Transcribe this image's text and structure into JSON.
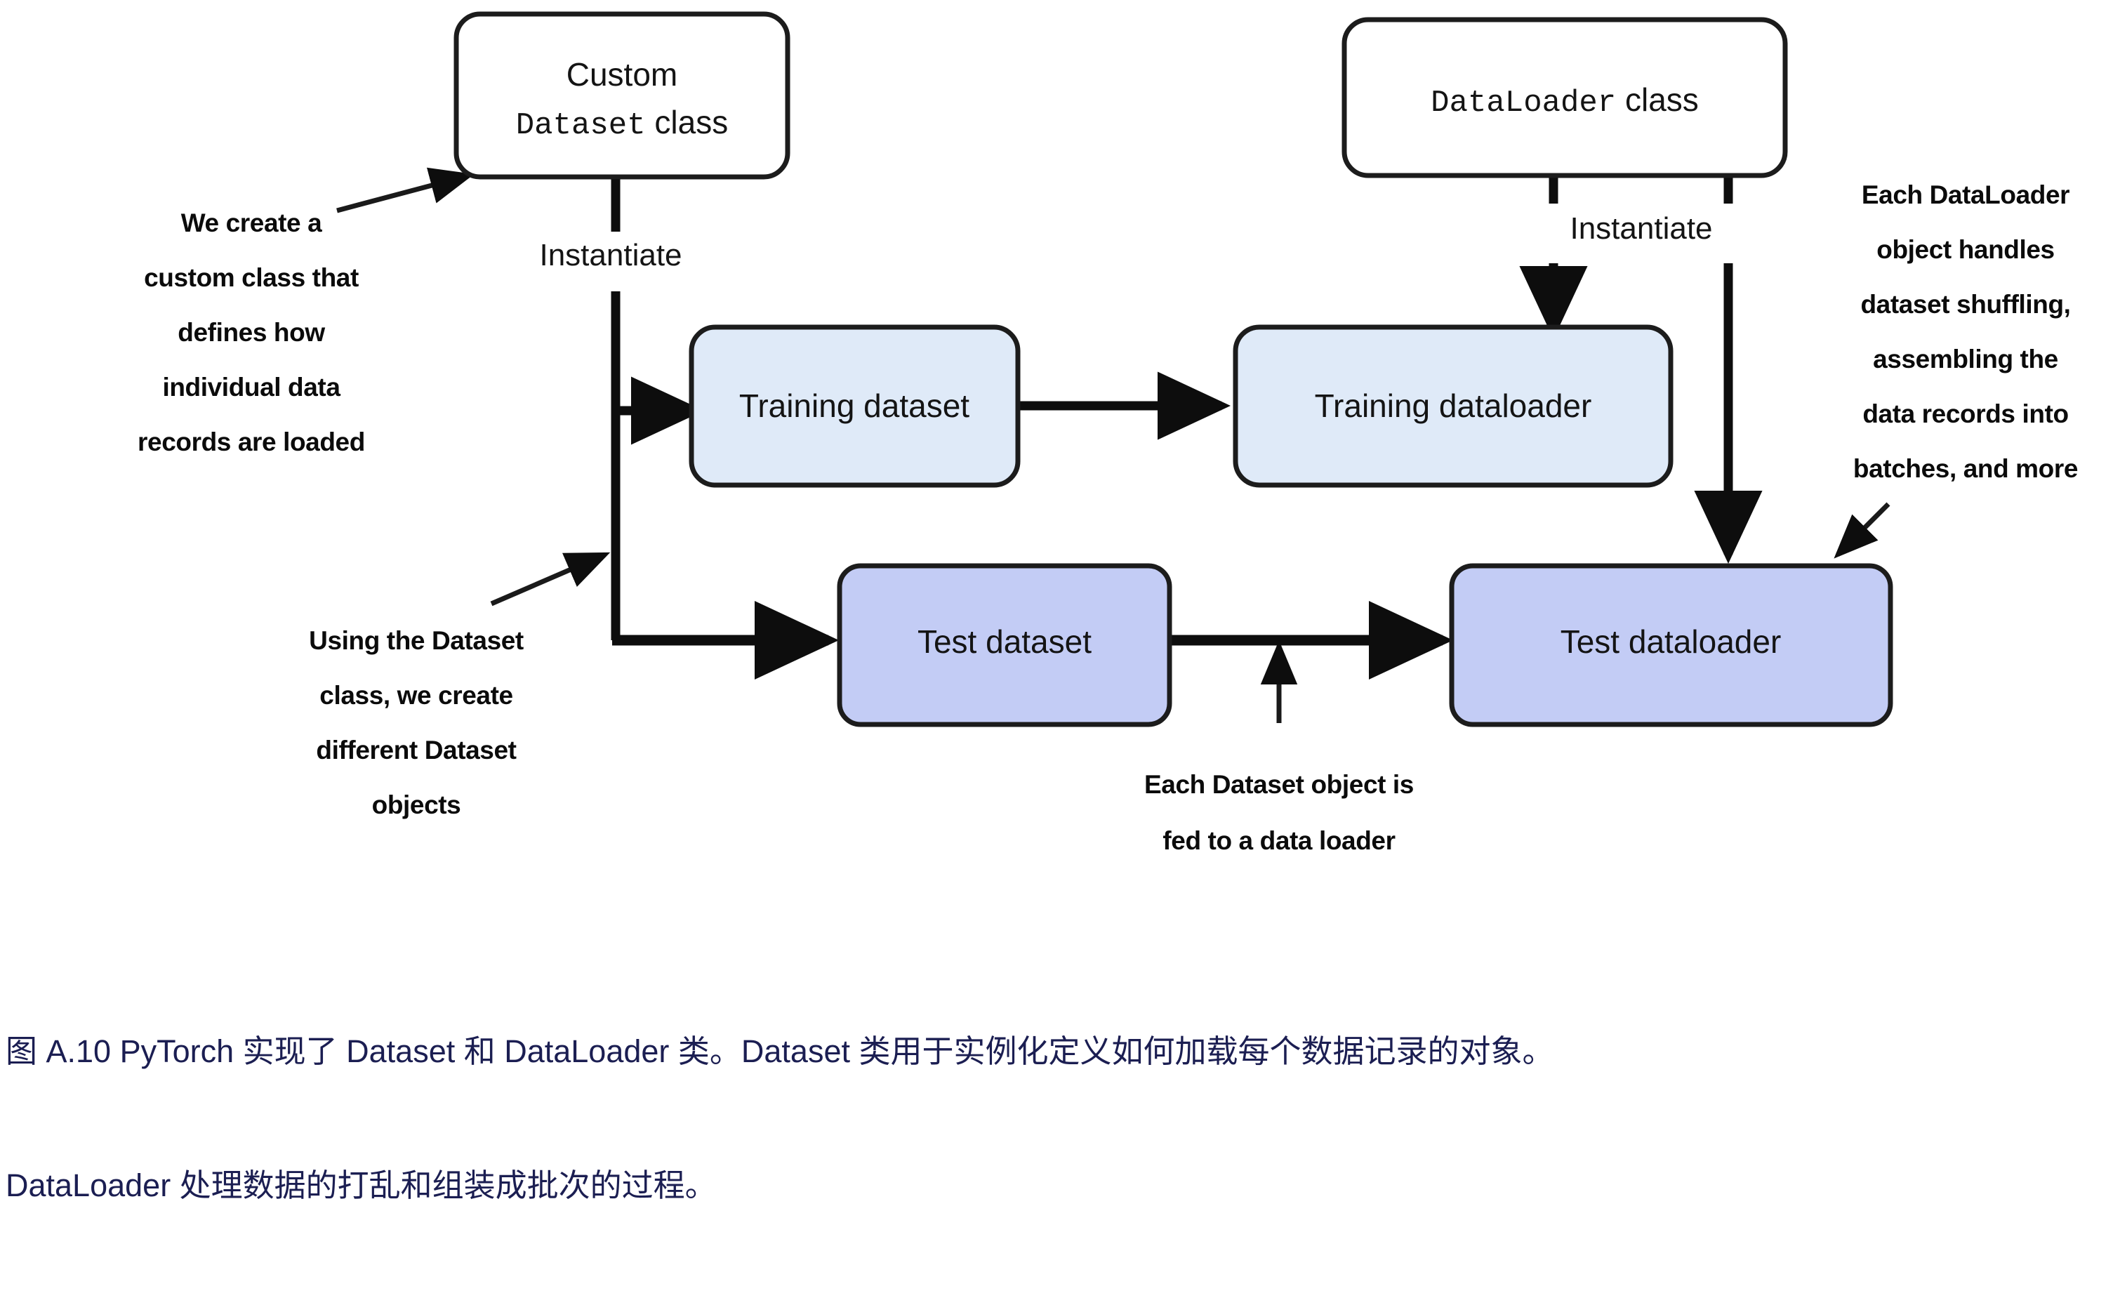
{
  "figure": {
    "nodes": {
      "custom_dataset_class": {
        "line1": "Custom",
        "line2_mono": "Dataset",
        "line2_tail": " class"
      },
      "dataloader_class": {
        "mono": "DataLoader",
        "tail": " class"
      },
      "training_dataset": "Training dataset",
      "training_dataloader": "Training dataloader",
      "test_dataset": "Test dataset",
      "test_dataloader": "Test dataloader"
    },
    "edge_labels": {
      "instantiate_left": "Instantiate",
      "instantiate_right": "Instantiate"
    },
    "annotations": {
      "top_left": [
        "We create a",
        "custom class that",
        "defines how",
        "individual data",
        "records are loaded"
      ],
      "bottom_left": [
        "Using the Dataset",
        "class, we create",
        "different Dataset",
        "objects"
      ],
      "right": [
        "Each DataLoader",
        "object handles",
        "dataset shuffling,",
        "assembling the",
        "data records into",
        "batches, and more"
      ],
      "bottom_center": [
        "Each Dataset object is",
        "fed to a data loader"
      ]
    },
    "colors": {
      "training_fill": "#dfeaf8",
      "test_fill": "#c3ccf5",
      "node_stroke": "#1c1c1c",
      "white_fill": "#ffffff",
      "caption_text": "#1b1e52"
    }
  },
  "caption": {
    "line1": "图 A.10 PyTorch 实现了 Dataset 和 DataLoader 类。Dataset 类用于实例化定义如何加载每个数据记录的对象。",
    "line2": "DataLoader 处理数据的打乱和组装成批次的过程。"
  }
}
